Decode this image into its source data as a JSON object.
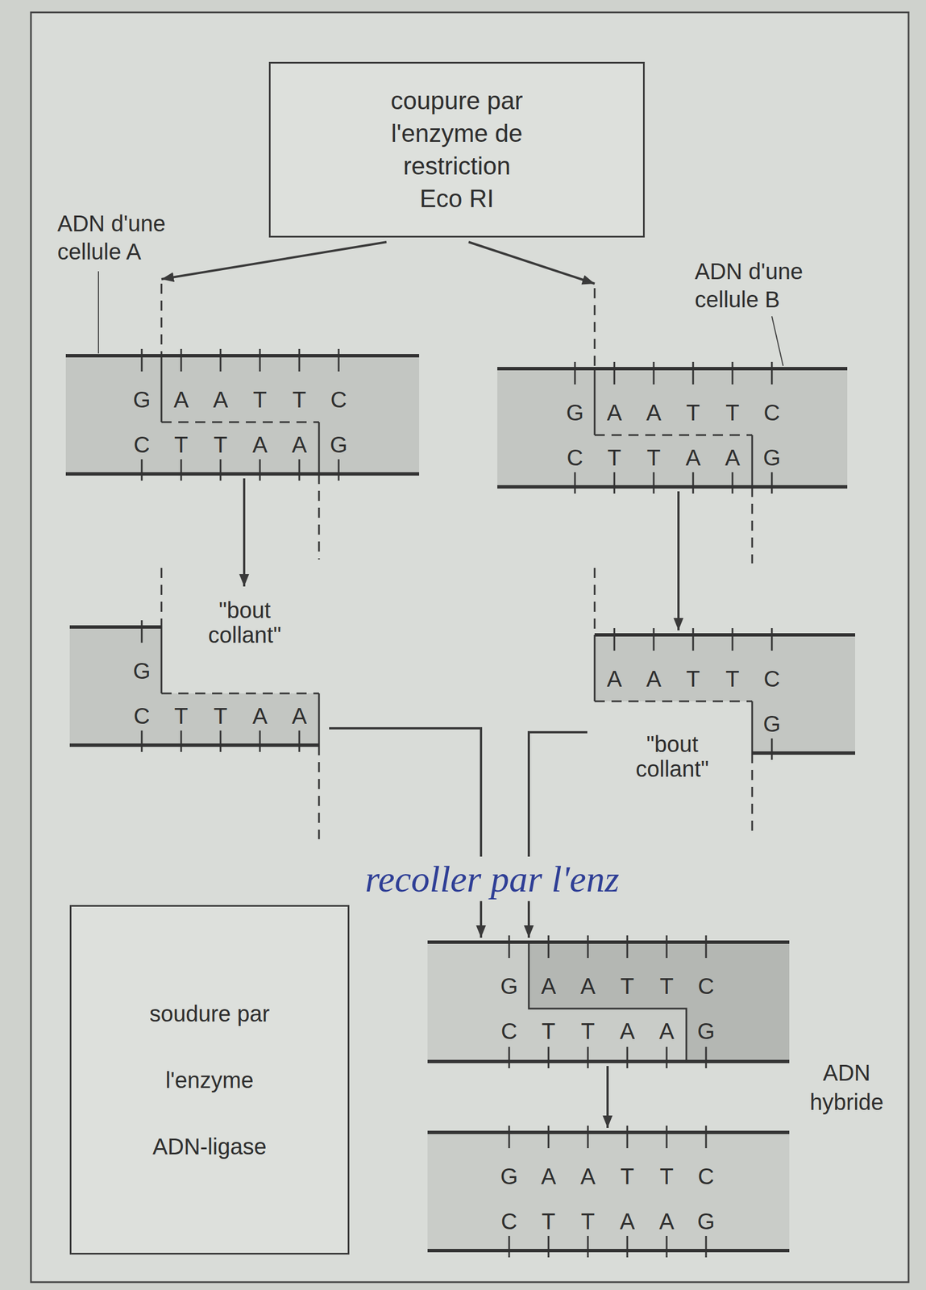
{
  "diagram": {
    "nodes": [
      {
        "text": [
          "coupure par l'enzyme de restriction Eco RI"
        ]
      },
      {
        "text": [
          "ADN d'une cellule A",
          "G",
          "A",
          "A",
          "T",
          "T",
          "C",
          "C",
          "T",
          "T",
          "A",
          "A",
          "G"
        ]
      },
      {
        "text": [
          "ADN d'une cellule B",
          "G",
          "A",
          "A",
          "T",
          "T",
          "C",
          "C",
          "T",
          "T",
          "A",
          "A",
          "G"
        ]
      },
      {
        "text": [
          "\"bout collant\"",
          "G",
          "C",
          "T",
          "T",
          "A",
          "A"
        ]
      },
      {
        "text": [
          "\"bout collant\"",
          "A",
          "A",
          "T",
          "T",
          "C",
          "G"
        ]
      },
      {
        "text": [
          "soudure par l'enzyme ADN-ligase"
        ]
      },
      {
        "text": [
          "ADN hybride",
          "G",
          "A",
          "A",
          "T",
          "T",
          "C",
          "C",
          "T",
          "T",
          "A",
          "A",
          "G"
        ]
      },
      {
        "text": [
          "G",
          "A",
          "A",
          "T",
          "T",
          "C",
          "C",
          "T",
          "T",
          "A",
          "A",
          "G"
        ]
      }
    ],
    "edges": [
      {
        "from": 0,
        "to": 1,
        "arrow": "to"
      },
      {
        "from": 0,
        "to": 2,
        "arrow": "to"
      },
      {
        "from": 1,
        "to": 3,
        "arrow": "to"
      },
      {
        "from": 2,
        "to": 4,
        "arrow": "to"
      },
      {
        "from": 3,
        "to": 6,
        "arrow": "to"
      },
      {
        "from": 4,
        "to": 6,
        "arrow": "to"
      },
      {
        "from": 6,
        "to": 7,
        "arrow": "to"
      }
    ],
    "labels": [
      "recoller par l'enz"
    ]
  }
}
